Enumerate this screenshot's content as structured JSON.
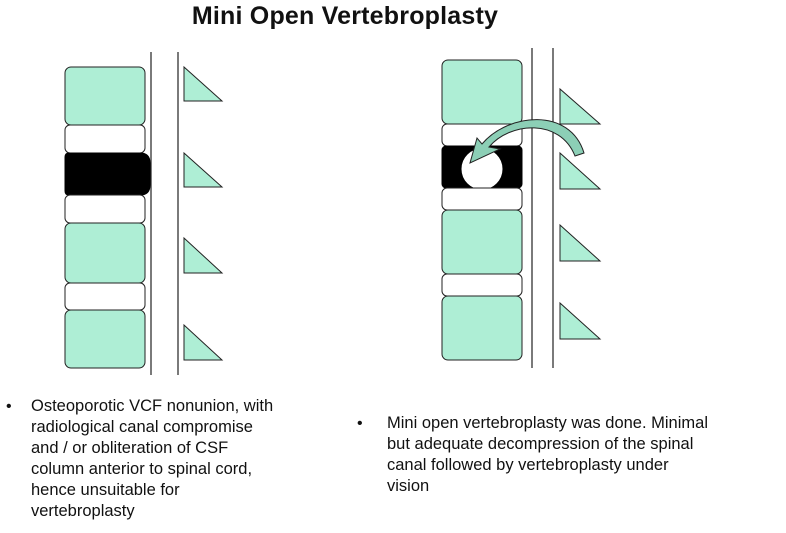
{
  "title": "Mini Open Vertebroplasty",
  "colors": {
    "vertebral_body": "#aeeed5",
    "disc": "#ffffff",
    "collapsed_vertebra": "#000000",
    "arrow": "#8ccfb6",
    "outline": "#222222"
  },
  "left_panel": {
    "bullet": "•",
    "text": "Osteoporotic VCF nonunion, with\nradiological canal compromise\nand / or obliteration of CSF\ncolumn anterior to spinal cord,\nhence unsuitable for\nvertebroplasty"
  },
  "right_panel": {
    "bullet": "•",
    "text": "Mini open vertebroplasty was done. Minimal\nbut adequate decompression of the spinal\ncanal followed by vertebroplasty under\nvision"
  }
}
